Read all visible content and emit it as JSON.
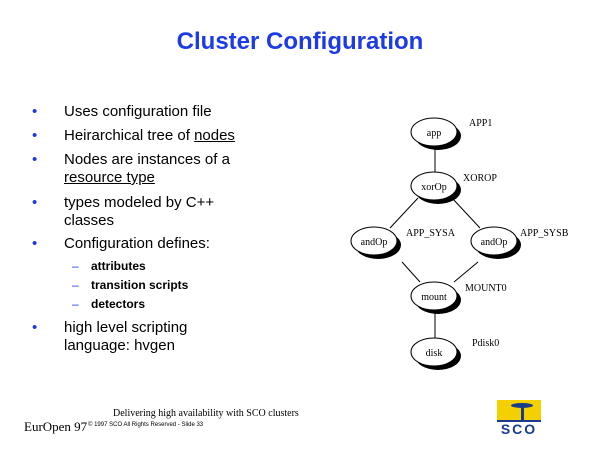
{
  "title": "Cluster Configuration",
  "bullets": [
    {
      "text": "Uses configuration file"
    },
    {
      "pre": "Heirarchical tree of ",
      "u": "nodes"
    },
    {
      "line1": "Nodes are instances of a",
      "u": "resource type"
    },
    {
      "line1": "types modeled by C++",
      "line2": "classes"
    },
    {
      "text": "Configuration defines:"
    },
    {
      "line1": "high level scripting",
      "line2": "language: hvgen"
    }
  ],
  "subitems": [
    "attributes",
    "transition scripts",
    "detectors"
  ],
  "diagram": {
    "nodes": [
      {
        "type": "app",
        "name": "APP1"
      },
      {
        "type": "xorOp",
        "name": "XOROP"
      },
      {
        "type": "andOp",
        "name": "APP_SYSA"
      },
      {
        "type": "andOp",
        "name": "APP_SYSB"
      },
      {
        "type": "mount",
        "name": "MOUNT0"
      },
      {
        "type": "disk",
        "name": "Pdisk0"
      }
    ]
  },
  "footer": {
    "tagline": "Delivering high availability with SCO clusters",
    "event": "EurOpen 97",
    "copyright": "© 1997 SCO All Rights Reserved - Slide 33",
    "logo_text": "SCO"
  },
  "colors": {
    "accent": "#1c3ae6",
    "logo_yellow": "#f5d000",
    "logo_blue": "#1a3a8c"
  }
}
